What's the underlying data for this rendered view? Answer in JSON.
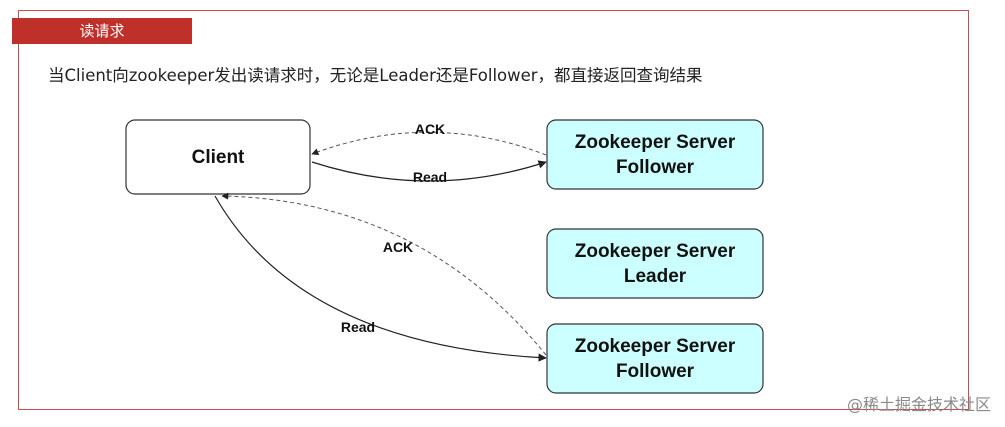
{
  "section_title": "读请求",
  "intro_text": "当Client向zookeeper发出读请求时，无论是Leader还是Follower，都直接返回查询结果",
  "nodes": {
    "client": {
      "label": "Client"
    },
    "follower_top": {
      "line1": "Zookeeper Server",
      "line2": "Follower"
    },
    "leader": {
      "line1": "Zookeeper Server",
      "line2": "Leader"
    },
    "follower_bottom": {
      "line1": "Zookeeper Server",
      "line2": "Follower"
    }
  },
  "edges": {
    "top_ack": "ACK",
    "top_read": "Read",
    "bottom_ack": "ACK",
    "bottom_read": "Read"
  },
  "watermark": "@稀土掘金技术社区",
  "colors": {
    "accent": "#c0302a",
    "frame_border": "#c44d4d",
    "server_fill": "#ccffff",
    "client_fill": "#ffffff"
  }
}
